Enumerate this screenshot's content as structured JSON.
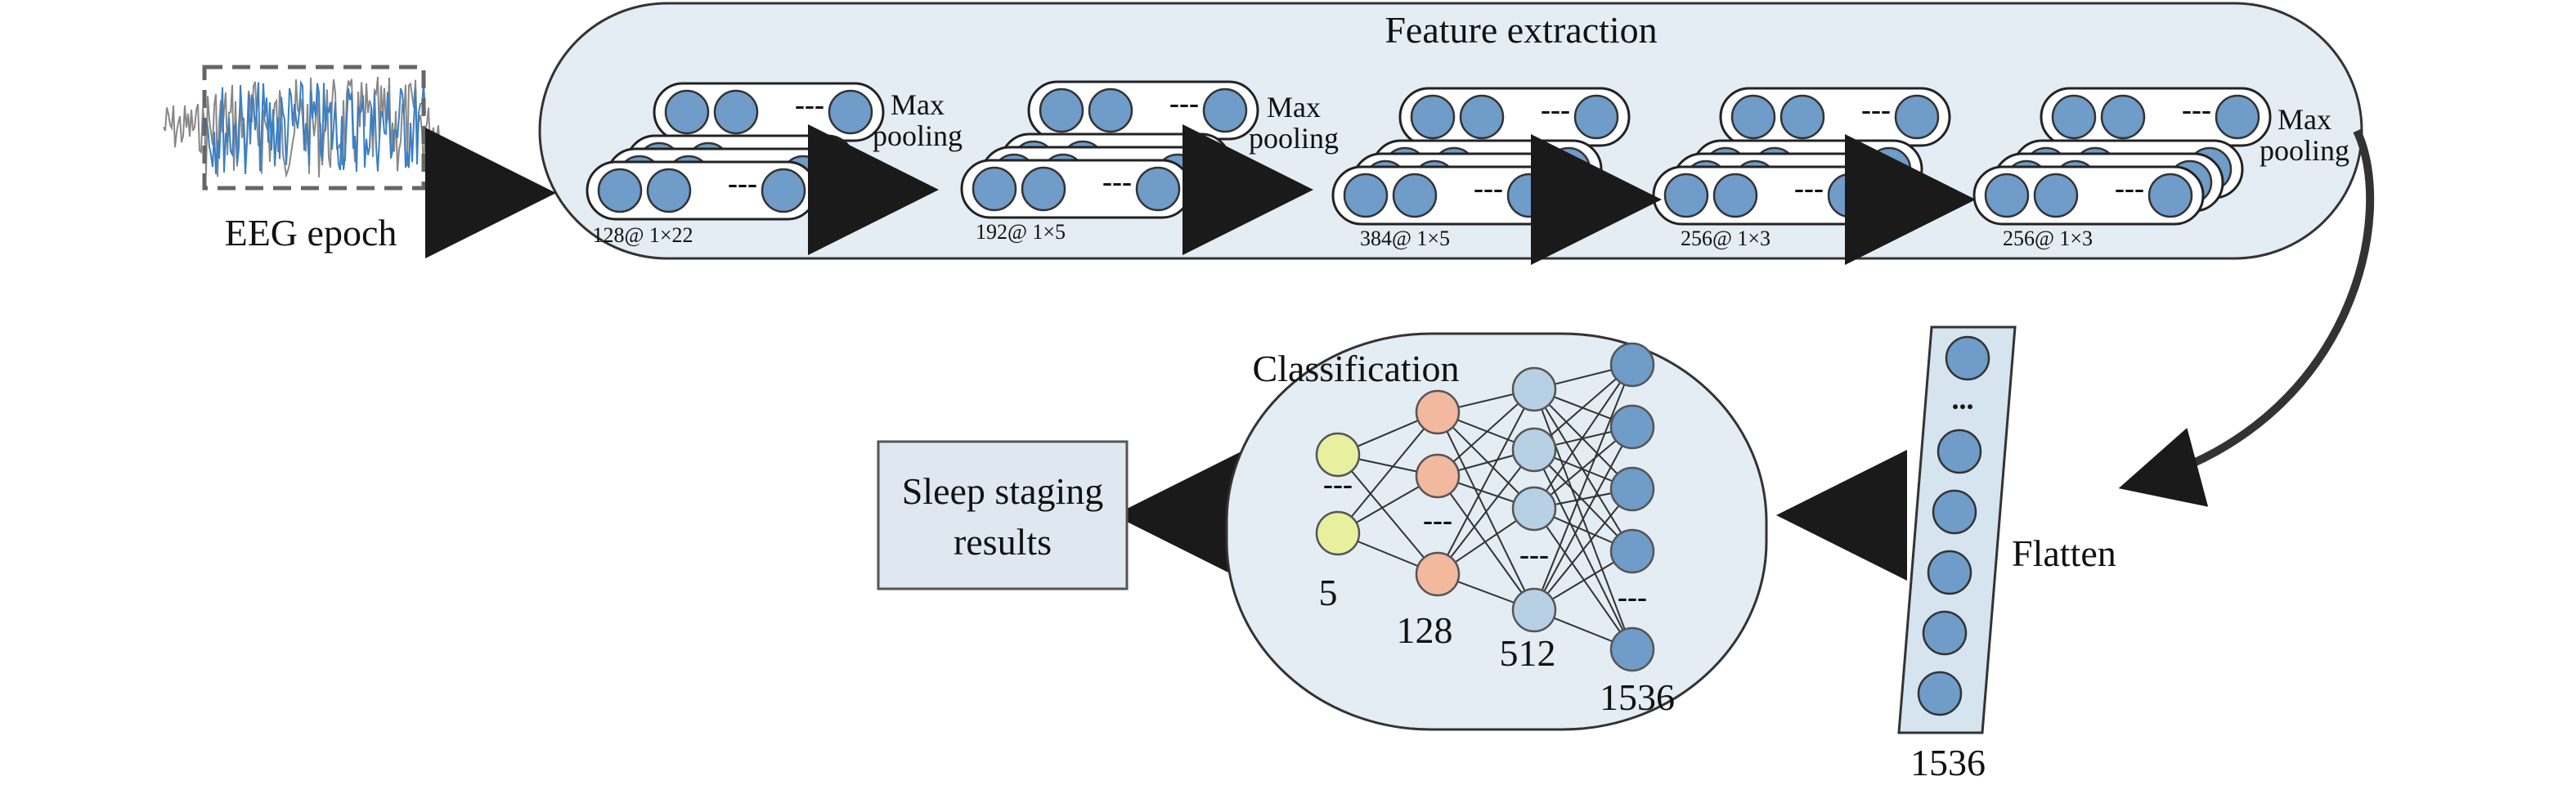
{
  "title": "Feature extraction",
  "input": {
    "label": "EEG epoch"
  },
  "conv_layers": [
    {
      "label": "128@ 1×22"
    },
    {
      "label": "192@ 1×5"
    },
    {
      "label": "384@ 1×5"
    },
    {
      "label": "256@ 1×3"
    },
    {
      "label": "256@ 1×3"
    }
  ],
  "pooling_label_line1": "Max",
  "pooling_label_line2": "pooling",
  "ellipsis": "---",
  "flatten": {
    "label": "Flatten",
    "size_label": "1536"
  },
  "classification": {
    "title": "Classification",
    "layers": [
      {
        "label": "5",
        "color": "#e8f0a0"
      },
      {
        "label": "128",
        "color": "#f2b99e"
      },
      {
        "label": "512",
        "color": "#b8d0e4"
      },
      {
        "label": "1536",
        "color": "#6f9cc8"
      }
    ]
  },
  "output": {
    "line1": "Sleep staging",
    "line2": "results"
  },
  "colors": {
    "neuron": "#6f9cc8",
    "panel_fill": "#e4ecf4",
    "arrow": "#1a1a1a",
    "eeg_signal": "#3a7fc4"
  }
}
